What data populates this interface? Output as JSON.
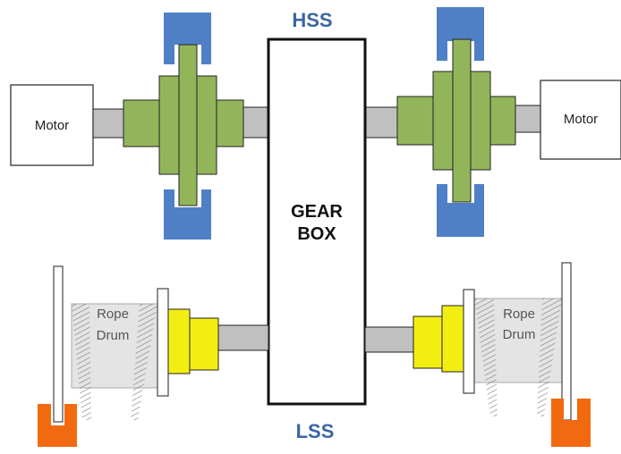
{
  "labels": {
    "hss": "HSS",
    "lss": "LSS",
    "gearbox_line1": "GEAR",
    "gearbox_line2": "BOX",
    "motor_left": "Motor",
    "motor_right": "Motor",
    "drum_left_line1": "Rope",
    "drum_left_line2": "Drum",
    "drum_right_line1": "Rope",
    "drum_right_line2": "Drum"
  },
  "colors": {
    "shaft_label": "#3b66a4",
    "shaft": "#c0c0c0",
    "coupling": "#93b55a",
    "brake_caliper": "#4f80c6",
    "low_speed_coupling": "#f3ee12",
    "drum_brake": "#f26a0f",
    "drum_body": "#e4e4e4",
    "outline": "#222222"
  }
}
